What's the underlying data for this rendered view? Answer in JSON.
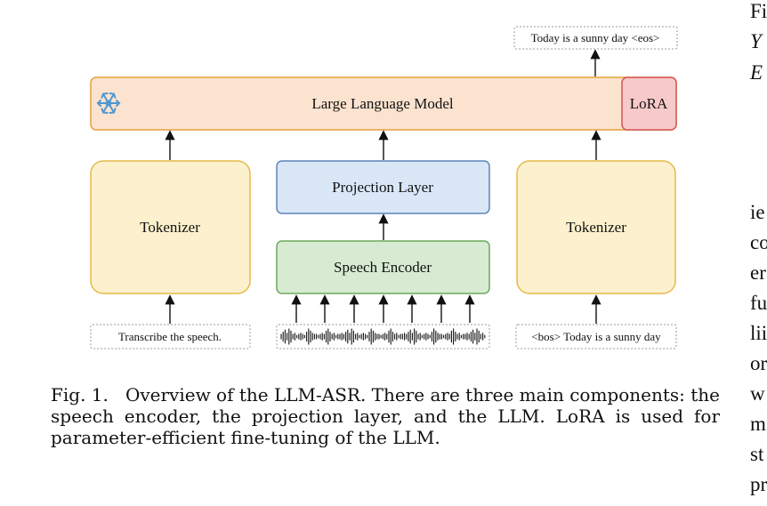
{
  "diagram": {
    "output_text": "Today is a sunny day <eos>",
    "llm_label": "Large Language Model",
    "lora_label": "LoRA",
    "tokenizer_left": "Tokenizer",
    "tokenizer_right": "Tokenizer",
    "projection_label": "Projection Layer",
    "encoder_label": "Speech Encoder",
    "input_left": "Transcribe the speech.",
    "input_right": "<bos> Today is a sunny day",
    "freeze_icon": "snowflake-icon",
    "colors": {
      "llm_fill": "#fbe3cf",
      "llm_stroke": "#e2a23c",
      "lora_fill": "#f8c9c9",
      "lora_stroke": "#d45454",
      "tokenizer_fill": "#fdf1cd",
      "tokenizer_stroke": "#e6b94a",
      "projection_fill": "#d9e7f7",
      "projection_stroke": "#5b86b8",
      "encoder_fill": "#d6ebd2",
      "encoder_stroke": "#6aaa5c",
      "snowflake": "#4f97d1"
    }
  },
  "caption": {
    "label": "Fig. 1.",
    "text": "Overview of the LLM-ASR. There are three main components: the speech encoder, the projection layer, and the LLM. LoRA is used for parameter-efficient fine-tuning of the LLM."
  },
  "side_text": {
    "top": [
      "Fi",
      "Y",
      "E"
    ],
    "body": [
      "ie",
      "co",
      "er",
      "fu",
      "lii",
      "or",
      "w",
      "m",
      "st",
      "pr"
    ]
  }
}
